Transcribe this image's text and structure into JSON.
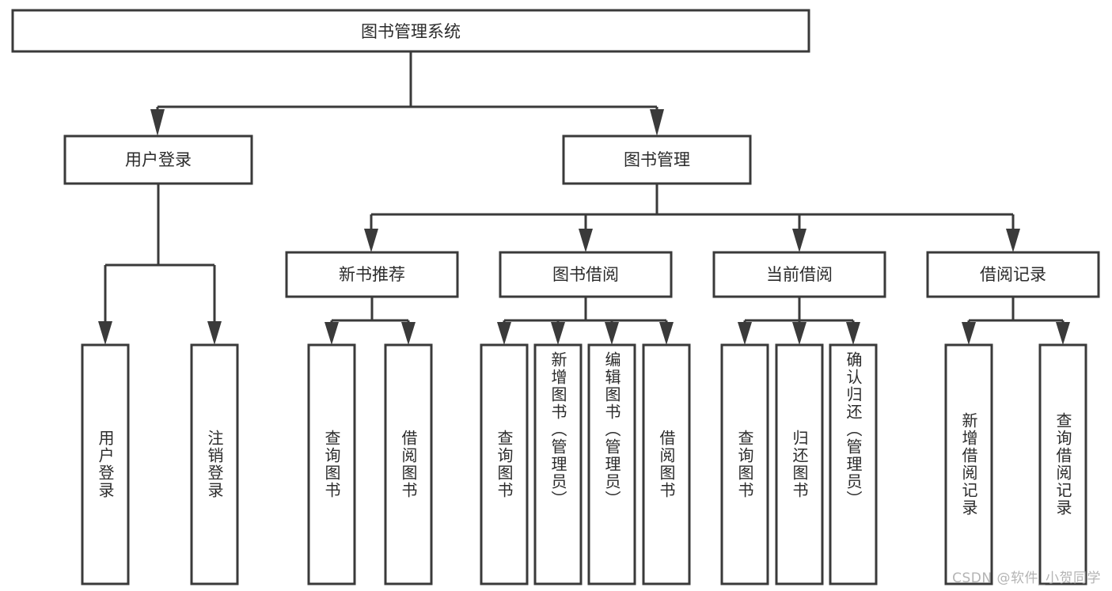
{
  "diagram": {
    "title": "图书管理系统",
    "watermark": "CSDN @软件_小贺同学",
    "colors": {
      "stroke": "#3a3a3a",
      "text": "#2b2b2b",
      "background": "#ffffff",
      "watermark": "#b4b4b4"
    },
    "root": {
      "label": "图书管理系统"
    },
    "level2": [
      {
        "label": "用户登录"
      },
      {
        "label": "图书管理"
      }
    ],
    "level3": [
      {
        "label": "新书推荐"
      },
      {
        "label": "图书借阅"
      },
      {
        "label": "当前借阅"
      },
      {
        "label": "借阅记录"
      }
    ],
    "leaves": {
      "user_login": [
        {
          "label": "用户登录"
        },
        {
          "label": "注销登录"
        }
      ],
      "new_book_recommend": [
        {
          "label": "查询图书"
        },
        {
          "label": "借阅图书"
        }
      ],
      "book_borrow": [
        {
          "label": "查询图书"
        },
        {
          "label": "新增图书（管理员）"
        },
        {
          "label": "编辑图书（管理员）"
        },
        {
          "label": "借阅图书"
        }
      ],
      "current_borrow": [
        {
          "label": "查询图书"
        },
        {
          "label": "归还图书"
        },
        {
          "label": "确认归还（管理员）"
        }
      ],
      "borrow_record": [
        {
          "label": "新增借阅记录"
        },
        {
          "label": "查询借阅记录"
        }
      ]
    }
  }
}
